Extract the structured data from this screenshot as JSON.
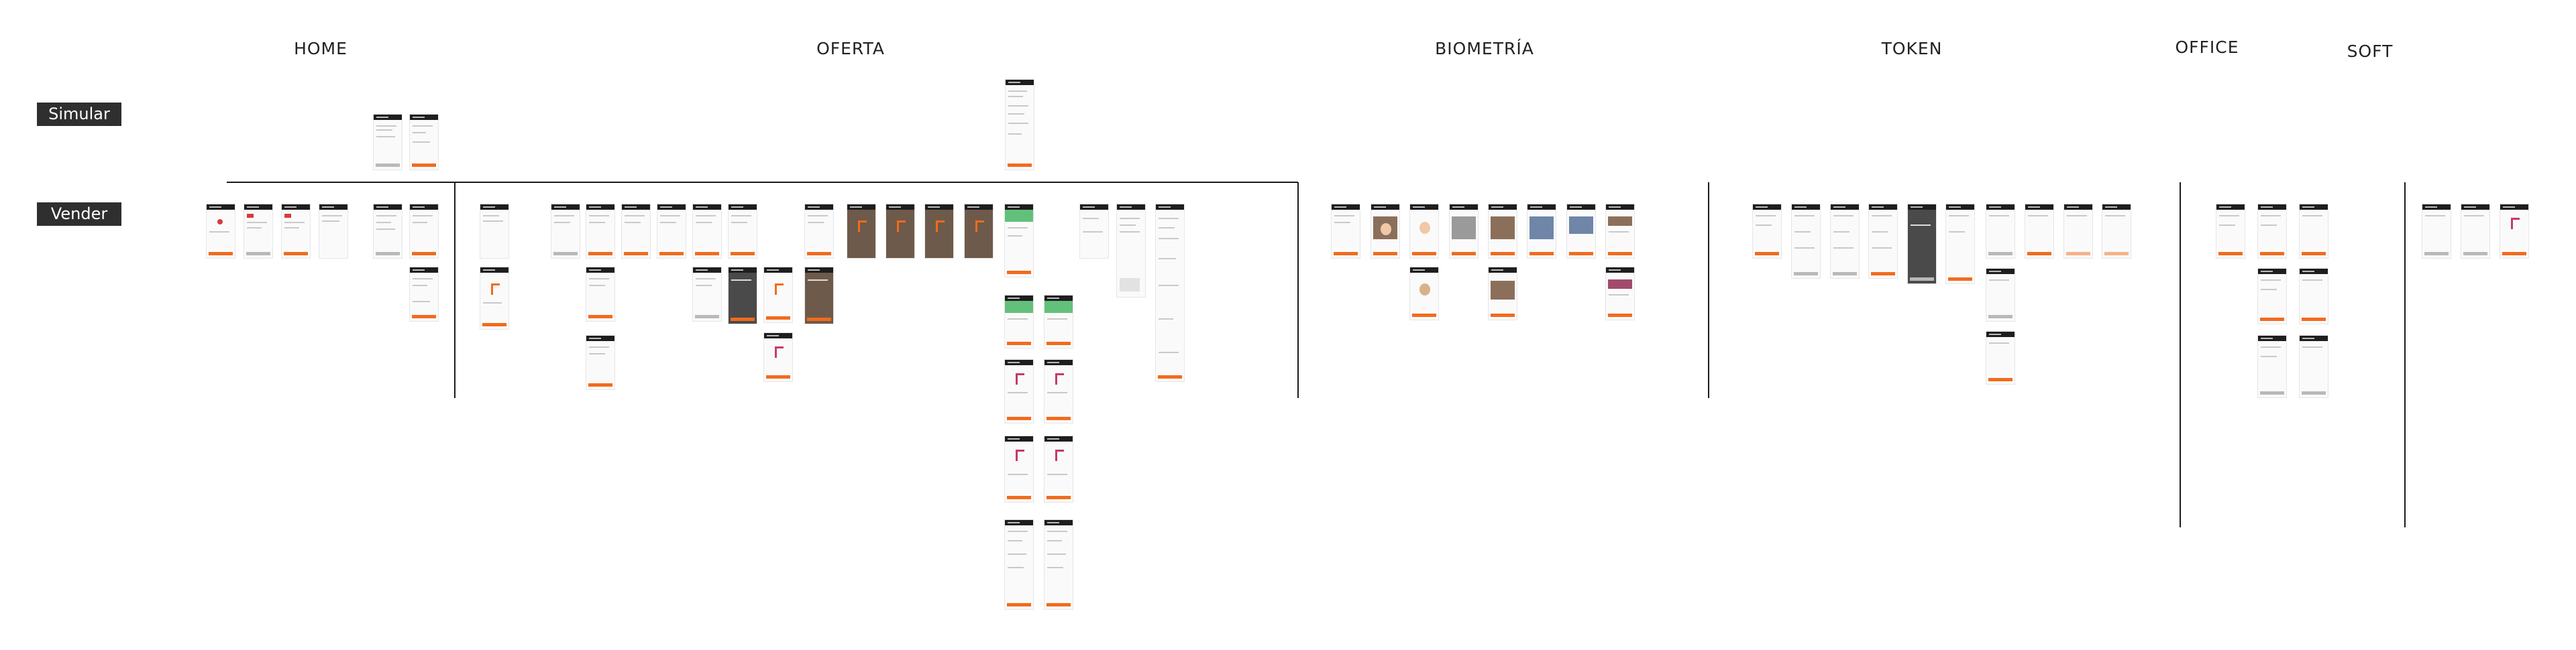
{
  "sections": {
    "home": "HOME",
    "oferta": "OFERTA",
    "biometria": "BIOMETRÍA",
    "token": "TOKEN",
    "office": "OFFICE",
    "soft": "SOFT"
  },
  "rows": {
    "simular": "Simular",
    "vender": "Vender"
  },
  "colors": {
    "accent": "#f26b1d",
    "header": "#1e1e1e",
    "label_bg": "#2f2f2f",
    "divider": "#1a1a1a"
  }
}
